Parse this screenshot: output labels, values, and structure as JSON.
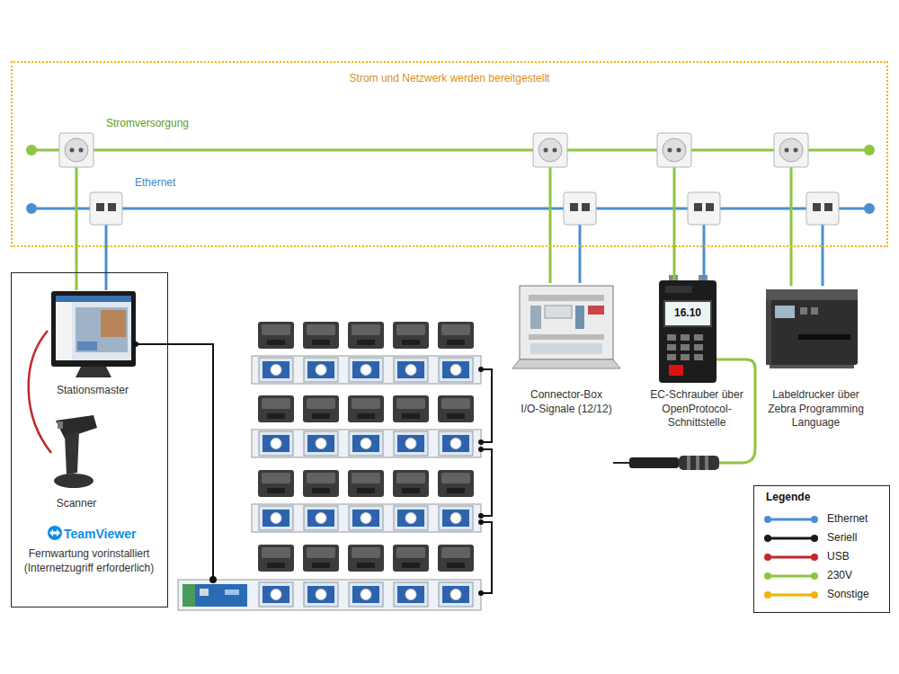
{
  "diagram": {
    "nodes": [
      {
        "text": [
          "Strom und Netzwerk werden bereitgestellt"
        ]
      },
      {
        "text": [
          "TeamViewer",
          "Fernwartung vorinstalliert (Internetzugriff erforderlich)"
        ]
      },
      {
        "text": [
          "Stationsmaster"
        ],
        "in": 1
      },
      {
        "text": [
          "Scanner"
        ],
        "in": 1
      },
      {
        "text": [
          "Connector-Box I/O-Signale (12/12)"
        ]
      },
      {
        "text": [
          "EC-Schrauber über OpenProtocol-Schnittstelle"
        ]
      },
      {
        "text": [
          "Labeldrucker über Zebra Programming Language"
        ]
      }
    ],
    "edges": [
      {
        "from": 0,
        "to": 2,
        "arrow": "none"
      },
      {
        "from": 0,
        "to": 2,
        "arrow": "none"
      },
      {
        "from": 2,
        "to": 3,
        "arrow": "none"
      },
      {
        "from": 0,
        "to": 4,
        "arrow": "none"
      },
      {
        "from": 0,
        "to": 4,
        "arrow": "none"
      },
      {
        "from": 0,
        "to": 5,
        "arrow": "none"
      },
      {
        "from": 0,
        "to": 5,
        "arrow": "none"
      },
      {
        "from": 0,
        "to": 6,
        "arrow": "none"
      },
      {
        "from": 0,
        "to": 6,
        "arrow": "none"
      }
    ],
    "labels": [
      "Stromversorgung",
      "Ethernet",
      "16.10",
      "Legende"
    ],
    "legend": [
      {
        "text": "Ethernet",
        "color": "#4a90d0"
      },
      {
        "text": "Seriell",
        "color": "#1a1a1a"
      },
      {
        "text": "USB",
        "color": "#c0272d"
      },
      {
        "text": "230V",
        "color": "#8dc63f"
      },
      {
        "text": "Sonstige",
        "color": "#f0b400"
      }
    ]
  }
}
